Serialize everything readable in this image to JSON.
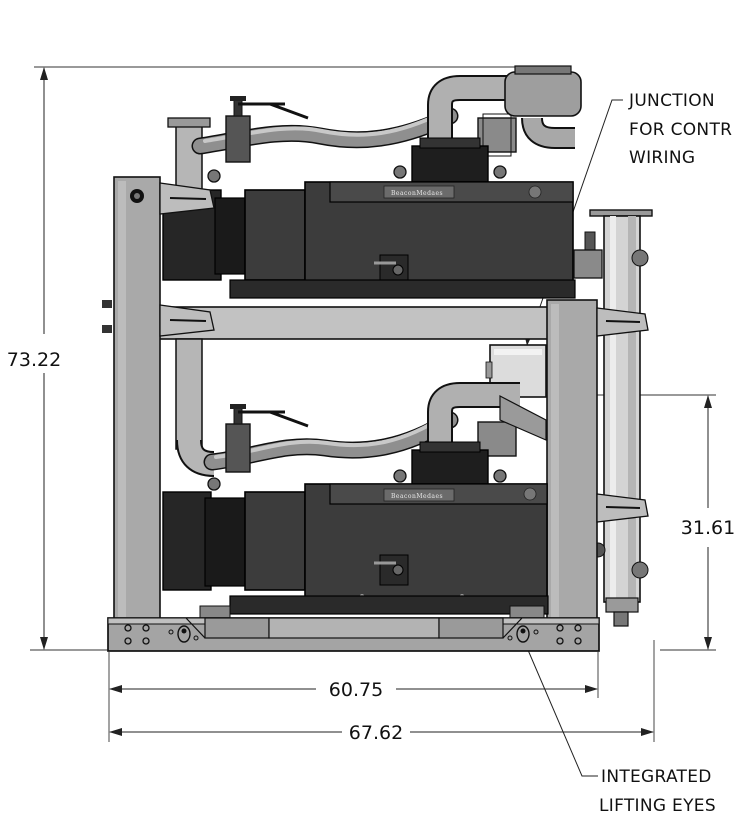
{
  "dimensions": {
    "overall_height": "73.22",
    "lower_inlet_height": "31.61",
    "base_width": "60.75",
    "overall_width": "67.62"
  },
  "callouts": {
    "junction": {
      "line1": "JUNCTION",
      "line2": "FOR CONTR",
      "line3": "WIRING"
    },
    "lifting": {
      "line1": "INTEGRATED",
      "line2": "LIFTING EYES"
    }
  },
  "pump_brand": "BeaconMedaes",
  "colors": {
    "frame": "#a9a9a9",
    "pump_body": "#3c3c3c",
    "pipe": "#b6b6b6",
    "line": "#111111"
  }
}
